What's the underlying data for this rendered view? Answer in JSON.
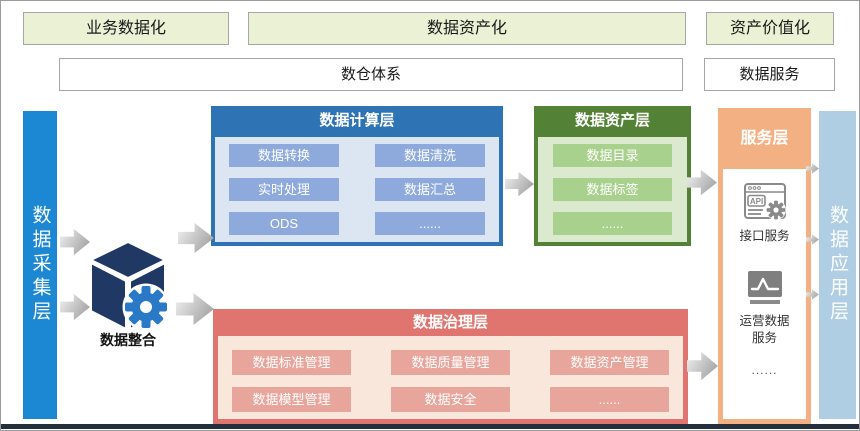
{
  "top_banners": {
    "business": "业务数据化",
    "asset": "数据资产化",
    "value": "资产价值化"
  },
  "sub_banners": {
    "warehouse": "数仓体系",
    "service": "数据服务"
  },
  "left_bar": {
    "label": "数据采集层"
  },
  "right_bar": {
    "label": "数据应用层"
  },
  "integration": {
    "label": "数据整合",
    "icon": "cube-gear-icon"
  },
  "compute_layer": {
    "title": "数据计算层",
    "items": [
      "数据转换",
      "数据清洗",
      "实时处理",
      "数据汇总",
      "ODS",
      "......"
    ]
  },
  "asset_layer": {
    "title": "数据资产层",
    "items": [
      "数据目录",
      "数据标签",
      "......"
    ]
  },
  "governance_layer": {
    "title": "数据治理层",
    "items": [
      "数据标准管理",
      "数据质量管理",
      "数据资产管理",
      "数据模型管理",
      "数据安全",
      "......"
    ]
  },
  "service_layer": {
    "title": "服务层",
    "services": [
      {
        "icon": "api-browser-gear-icon",
        "label": "接口服务"
      },
      {
        "icon": "monitor-chart-icon",
        "label": "运营数据服务"
      }
    ],
    "more": "......"
  },
  "colors": {
    "collect_bar": "#1C87D2",
    "apply_bar": "#AFCEE3",
    "compute_header": "#2E74B5",
    "compute_item": "#8EA9DB",
    "asset_header": "#538135",
    "asset_item": "#A9D18E",
    "governance_header": "#E0756F",
    "governance_item": "#E8A59B",
    "service_accent": "#F3B183",
    "banner_fill": "#EAF1D4",
    "cube": "#1F3864",
    "gear": "#2A79C7",
    "arrow_gradient": [
      "#F2F2F2",
      "#A6A6A6"
    ]
  }
}
